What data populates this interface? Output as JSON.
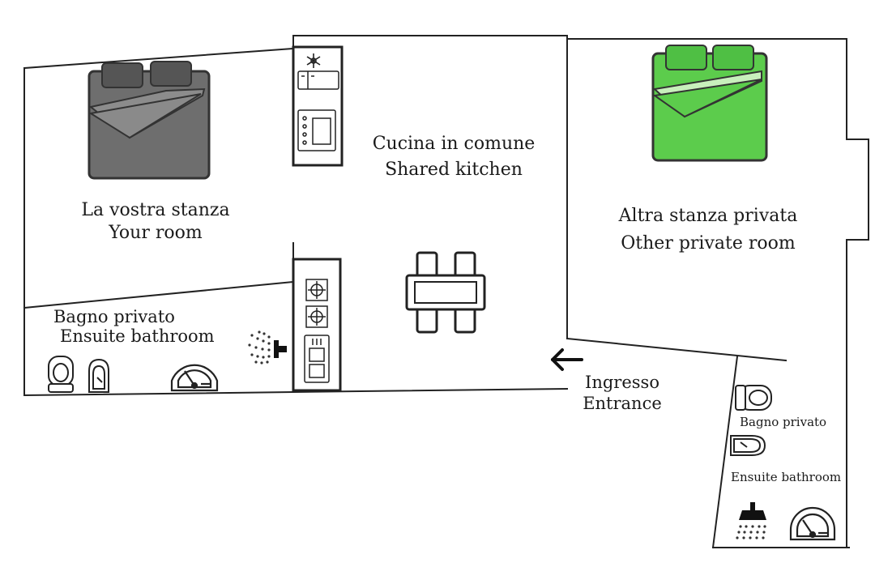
{
  "rooms": {
    "your_room": {
      "name_it": "La vostra stanza",
      "name_en": "Your room",
      "bed_color": "#6e6e6e"
    },
    "kitchen": {
      "name_it": "Cucina in comune",
      "name_en": "Shared kitchen"
    },
    "other_room": {
      "name_it": "Altra stanza privata",
      "name_en": "Other private room",
      "bed_color": "#5ccc4c"
    },
    "bathroom_left": {
      "name_it": "Bagno privato",
      "name_en": "Ensuite bathroom"
    },
    "bathroom_right": {
      "name_it": "Bagno privato",
      "name_en": "Ensuite bathroom"
    }
  },
  "entrance": {
    "name_it": "Ingresso",
    "name_en": "Entrance"
  },
  "colors": {
    "wall": "#222222",
    "bed_grey": "#6e6e6e",
    "bed_green": "#5ccc4c",
    "pillow_grey": "#555555",
    "pillow_green": "#4fbf44"
  },
  "icons": [
    "bed-icon",
    "fridge-icon",
    "oven-icon",
    "dining-table-icon",
    "stove-icon",
    "sink-icon",
    "shower-icon",
    "toilet-icon",
    "bidet-icon",
    "washbasin-icon",
    "entrance-arrow-icon",
    "snowflake-icon"
  ]
}
